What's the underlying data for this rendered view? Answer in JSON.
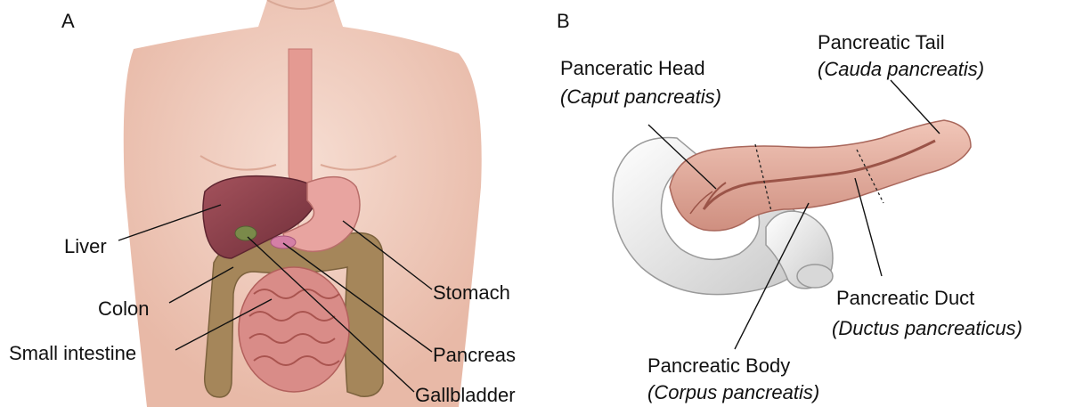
{
  "panel_a": {
    "letter": "A",
    "labels": {
      "liver": "Liver",
      "colon": "Colon",
      "small_intestine": "Small intestine",
      "stomach": "Stomach",
      "pancreas": "Pancreas",
      "gallbladder": "Gallbladder"
    }
  },
  "panel_b": {
    "letter": "B",
    "labels": {
      "head": "Panceratic Head",
      "head_latin": "(Caput pancreatis)",
      "tail": "Pancreatic Tail",
      "tail_latin": "(Cauda pancreatis)",
      "duct": "Pancreatic Duct",
      "duct_latin": "(Ductus pancreaticus)",
      "body": "Pancreatic Body",
      "body_latin": "(Corpus pancreatis)"
    }
  },
  "colors": {
    "skin": "#f3d3c6",
    "liver": "#8c3f4a",
    "stomach": "#e8a4a0",
    "colon": "#a5865a",
    "intestine": "#d98c88",
    "pancreas": "#e6b3a5",
    "duodenum": "#e9e9e9"
  }
}
